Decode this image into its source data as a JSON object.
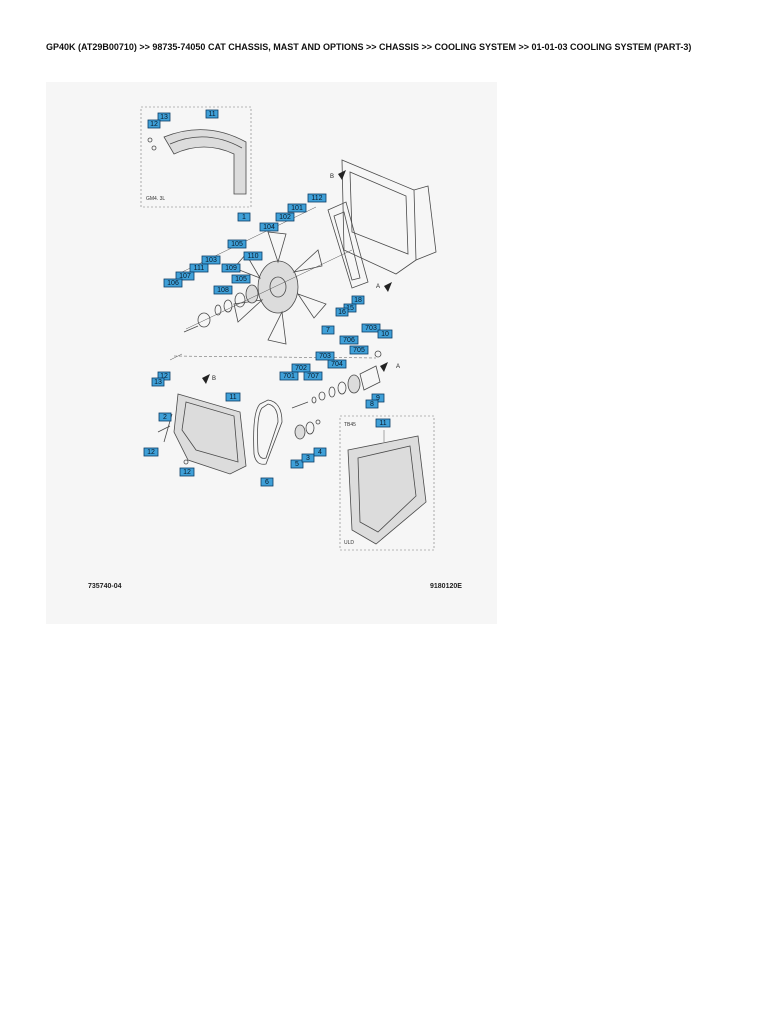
{
  "header": {
    "breadcrumb": "GP40K (AT29B00710) >> 98735-74050 CAT CHASSIS, MAST AND OPTIONS >> CHASSIS >> COOLING SYSTEM >> 01-01-03 COOLING SYSTEM (PART-3)"
  },
  "diagram": {
    "inset_top_label": "GM4. 3L",
    "inset_bottom_label_top": "TB45",
    "inset_bottom_label_bottom": "ULD",
    "ref_left": "735740-04",
    "ref_right": "9180120E",
    "arrow_labels": [
      "B",
      "A",
      "A",
      "B"
    ],
    "callouts": [
      "11",
      "13",
      "12",
      "112",
      "101",
      "102",
      "1",
      "104",
      "105",
      "110",
      "103",
      "111",
      "109",
      "107",
      "106",
      "105",
      "108",
      "18",
      "15",
      "16",
      "7",
      "703",
      "706",
      "705",
      "704",
      "702",
      "701",
      "707",
      "703",
      "10",
      "12",
      "13",
      "11",
      "2",
      "12",
      "12",
      "6",
      "5",
      "3",
      "4",
      "11",
      "9",
      "8"
    ]
  }
}
